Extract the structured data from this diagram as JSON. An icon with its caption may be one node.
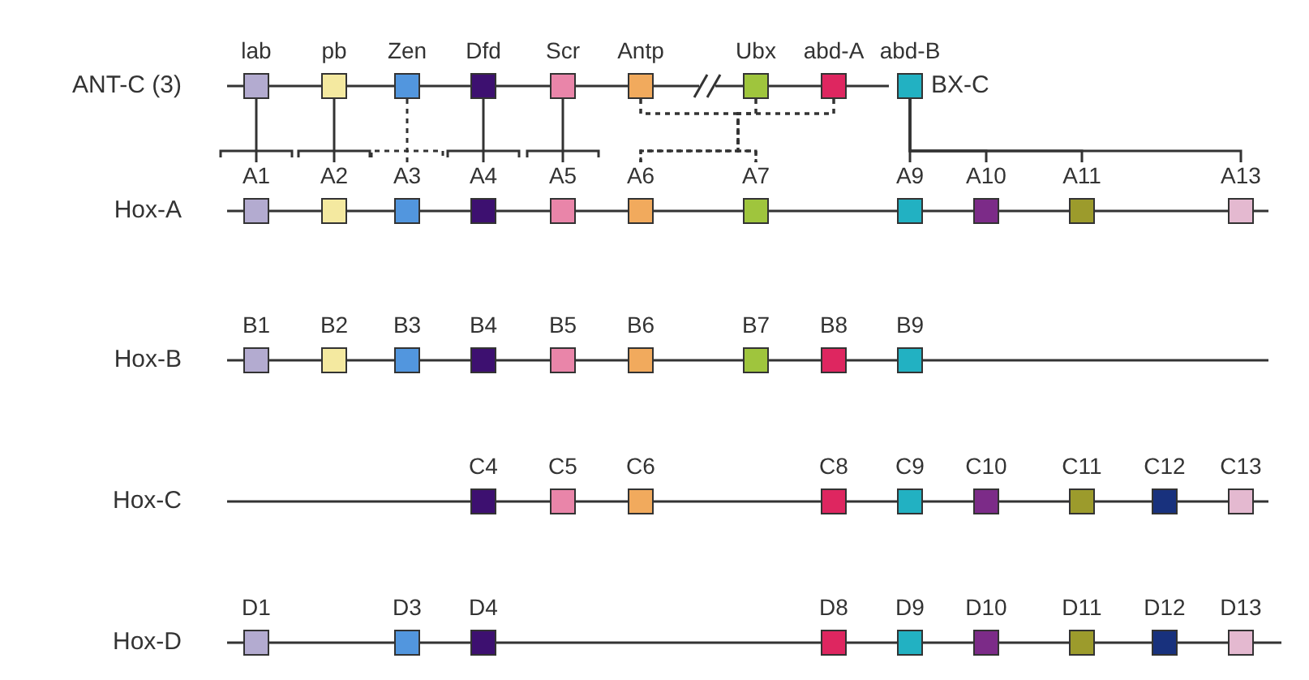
{
  "diagram": {
    "nodes": [
      {
        "text": [
          "lab"
        ]
      },
      {
        "text": [
          "pb"
        ]
      },
      {
        "text": [
          "Zen"
        ]
      },
      {
        "text": [
          "Dfd"
        ]
      },
      {
        "text": [
          "Scr"
        ]
      },
      {
        "text": [
          "Antp"
        ]
      },
      {
        "text": [
          "Ubx"
        ]
      },
      {
        "text": [
          "abd-A"
        ]
      },
      {
        "text": [
          "abd-B"
        ]
      },
      {
        "text": [
          "A1"
        ]
      },
      {
        "text": [
          "A2"
        ]
      },
      {
        "text": [
          "A3"
        ]
      },
      {
        "text": [
          "A4"
        ]
      },
      {
        "text": [
          "A5"
        ]
      },
      {
        "text": [
          "A6"
        ]
      },
      {
        "text": [
          "A7"
        ]
      },
      {
        "text": [
          "A9"
        ]
      },
      {
        "text": [
          "A10"
        ]
      },
      {
        "text": [
          "A11"
        ]
      },
      {
        "text": [
          "A13"
        ]
      },
      {
        "text": [
          "B1"
        ]
      },
      {
        "text": [
          "B2"
        ]
      },
      {
        "text": [
          "B3"
        ]
      },
      {
        "text": [
          "B4"
        ]
      },
      {
        "text": [
          "B5"
        ]
      },
      {
        "text": [
          "B6"
        ]
      },
      {
        "text": [
          "B7"
        ]
      },
      {
        "text": [
          "B8"
        ]
      },
      {
        "text": [
          "B9"
        ]
      },
      {
        "text": [
          "C4"
        ]
      },
      {
        "text": [
          "C5"
        ]
      },
      {
        "text": [
          "C6"
        ]
      },
      {
        "text": [
          "C8"
        ]
      },
      {
        "text": [
          "C9"
        ]
      },
      {
        "text": [
          "C10"
        ]
      },
      {
        "text": [
          "C11"
        ]
      },
      {
        "text": [
          "C12"
        ]
      },
      {
        "text": [
          "C13"
        ]
      },
      {
        "text": [
          "D1"
        ]
      },
      {
        "text": [
          "D3"
        ]
      },
      {
        "text": [
          "D4"
        ]
      },
      {
        "text": [
          "D8"
        ]
      },
      {
        "text": [
          "D9"
        ]
      },
      {
        "text": [
          "D10"
        ]
      },
      {
        "text": [
          "D11"
        ]
      },
      {
        "text": [
          "D12"
        ]
      },
      {
        "text": [
          "D13"
        ]
      }
    ],
    "edges": [
      {
        "from": 0,
        "to": 9,
        "arrow": "none"
      },
      {
        "from": 1,
        "to": 10,
        "arrow": "none"
      },
      {
        "from": 2,
        "to": 11,
        "arrow": "none",
        "style": "dashed"
      },
      {
        "from": 3,
        "to": 12,
        "arrow": "none"
      },
      {
        "from": 4,
        "to": 13,
        "arrow": "none"
      },
      {
        "from": 5,
        "to": 14,
        "arrow": "none",
        "style": "dashed"
      },
      {
        "from": 5,
        "to": 15,
        "arrow": "none",
        "style": "dashed"
      },
      {
        "from": 6,
        "to": 14,
        "arrow": "none",
        "style": "dashed"
      },
      {
        "from": 6,
        "to": 15,
        "arrow": "none",
        "style": "dashed"
      },
      {
        "from": 7,
        "to": 14,
        "arrow": "none",
        "style": "dashed"
      },
      {
        "from": 7,
        "to": 15,
        "arrow": "none",
        "style": "dashed"
      },
      {
        "from": 8,
        "to": 16,
        "arrow": "none"
      },
      {
        "from": 8,
        "to": 17,
        "arrow": "none"
      },
      {
        "from": 8,
        "to": 18,
        "arrow": "none"
      },
      {
        "from": 8,
        "to": 19,
        "arrow": "none"
      }
    ],
    "labels": [
      "ANT-C (3)",
      "BX-C",
      "Hox-A",
      "Hox-B",
      "Hox-C",
      "Hox-D"
    ]
  }
}
